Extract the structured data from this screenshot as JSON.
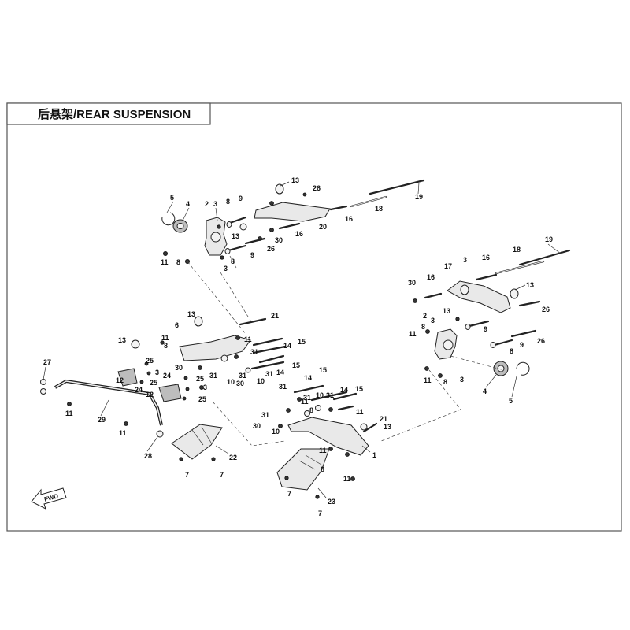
{
  "title": "后悬架/REAR SUSPENSION",
  "direction_label": "FWD",
  "callouts": {
    "c1": "1",
    "c2": "2",
    "c3": "3",
    "c4": "4",
    "c5": "5",
    "c6": "6",
    "c7": "7",
    "c8": "8",
    "c9": "9",
    "c10": "10",
    "c11": "11",
    "c12": "12",
    "c13": "13",
    "c14": "14",
    "c15": "15",
    "c16": "16",
    "c17": "17",
    "c18": "18",
    "c19": "19",
    "c20": "20",
    "c21": "21",
    "c22": "22",
    "c23": "23",
    "c24": "24",
    "c25": "25",
    "c26": "26",
    "c27": "27",
    "c28": "28",
    "c29": "29",
    "c30": "30",
    "c31": "31"
  }
}
